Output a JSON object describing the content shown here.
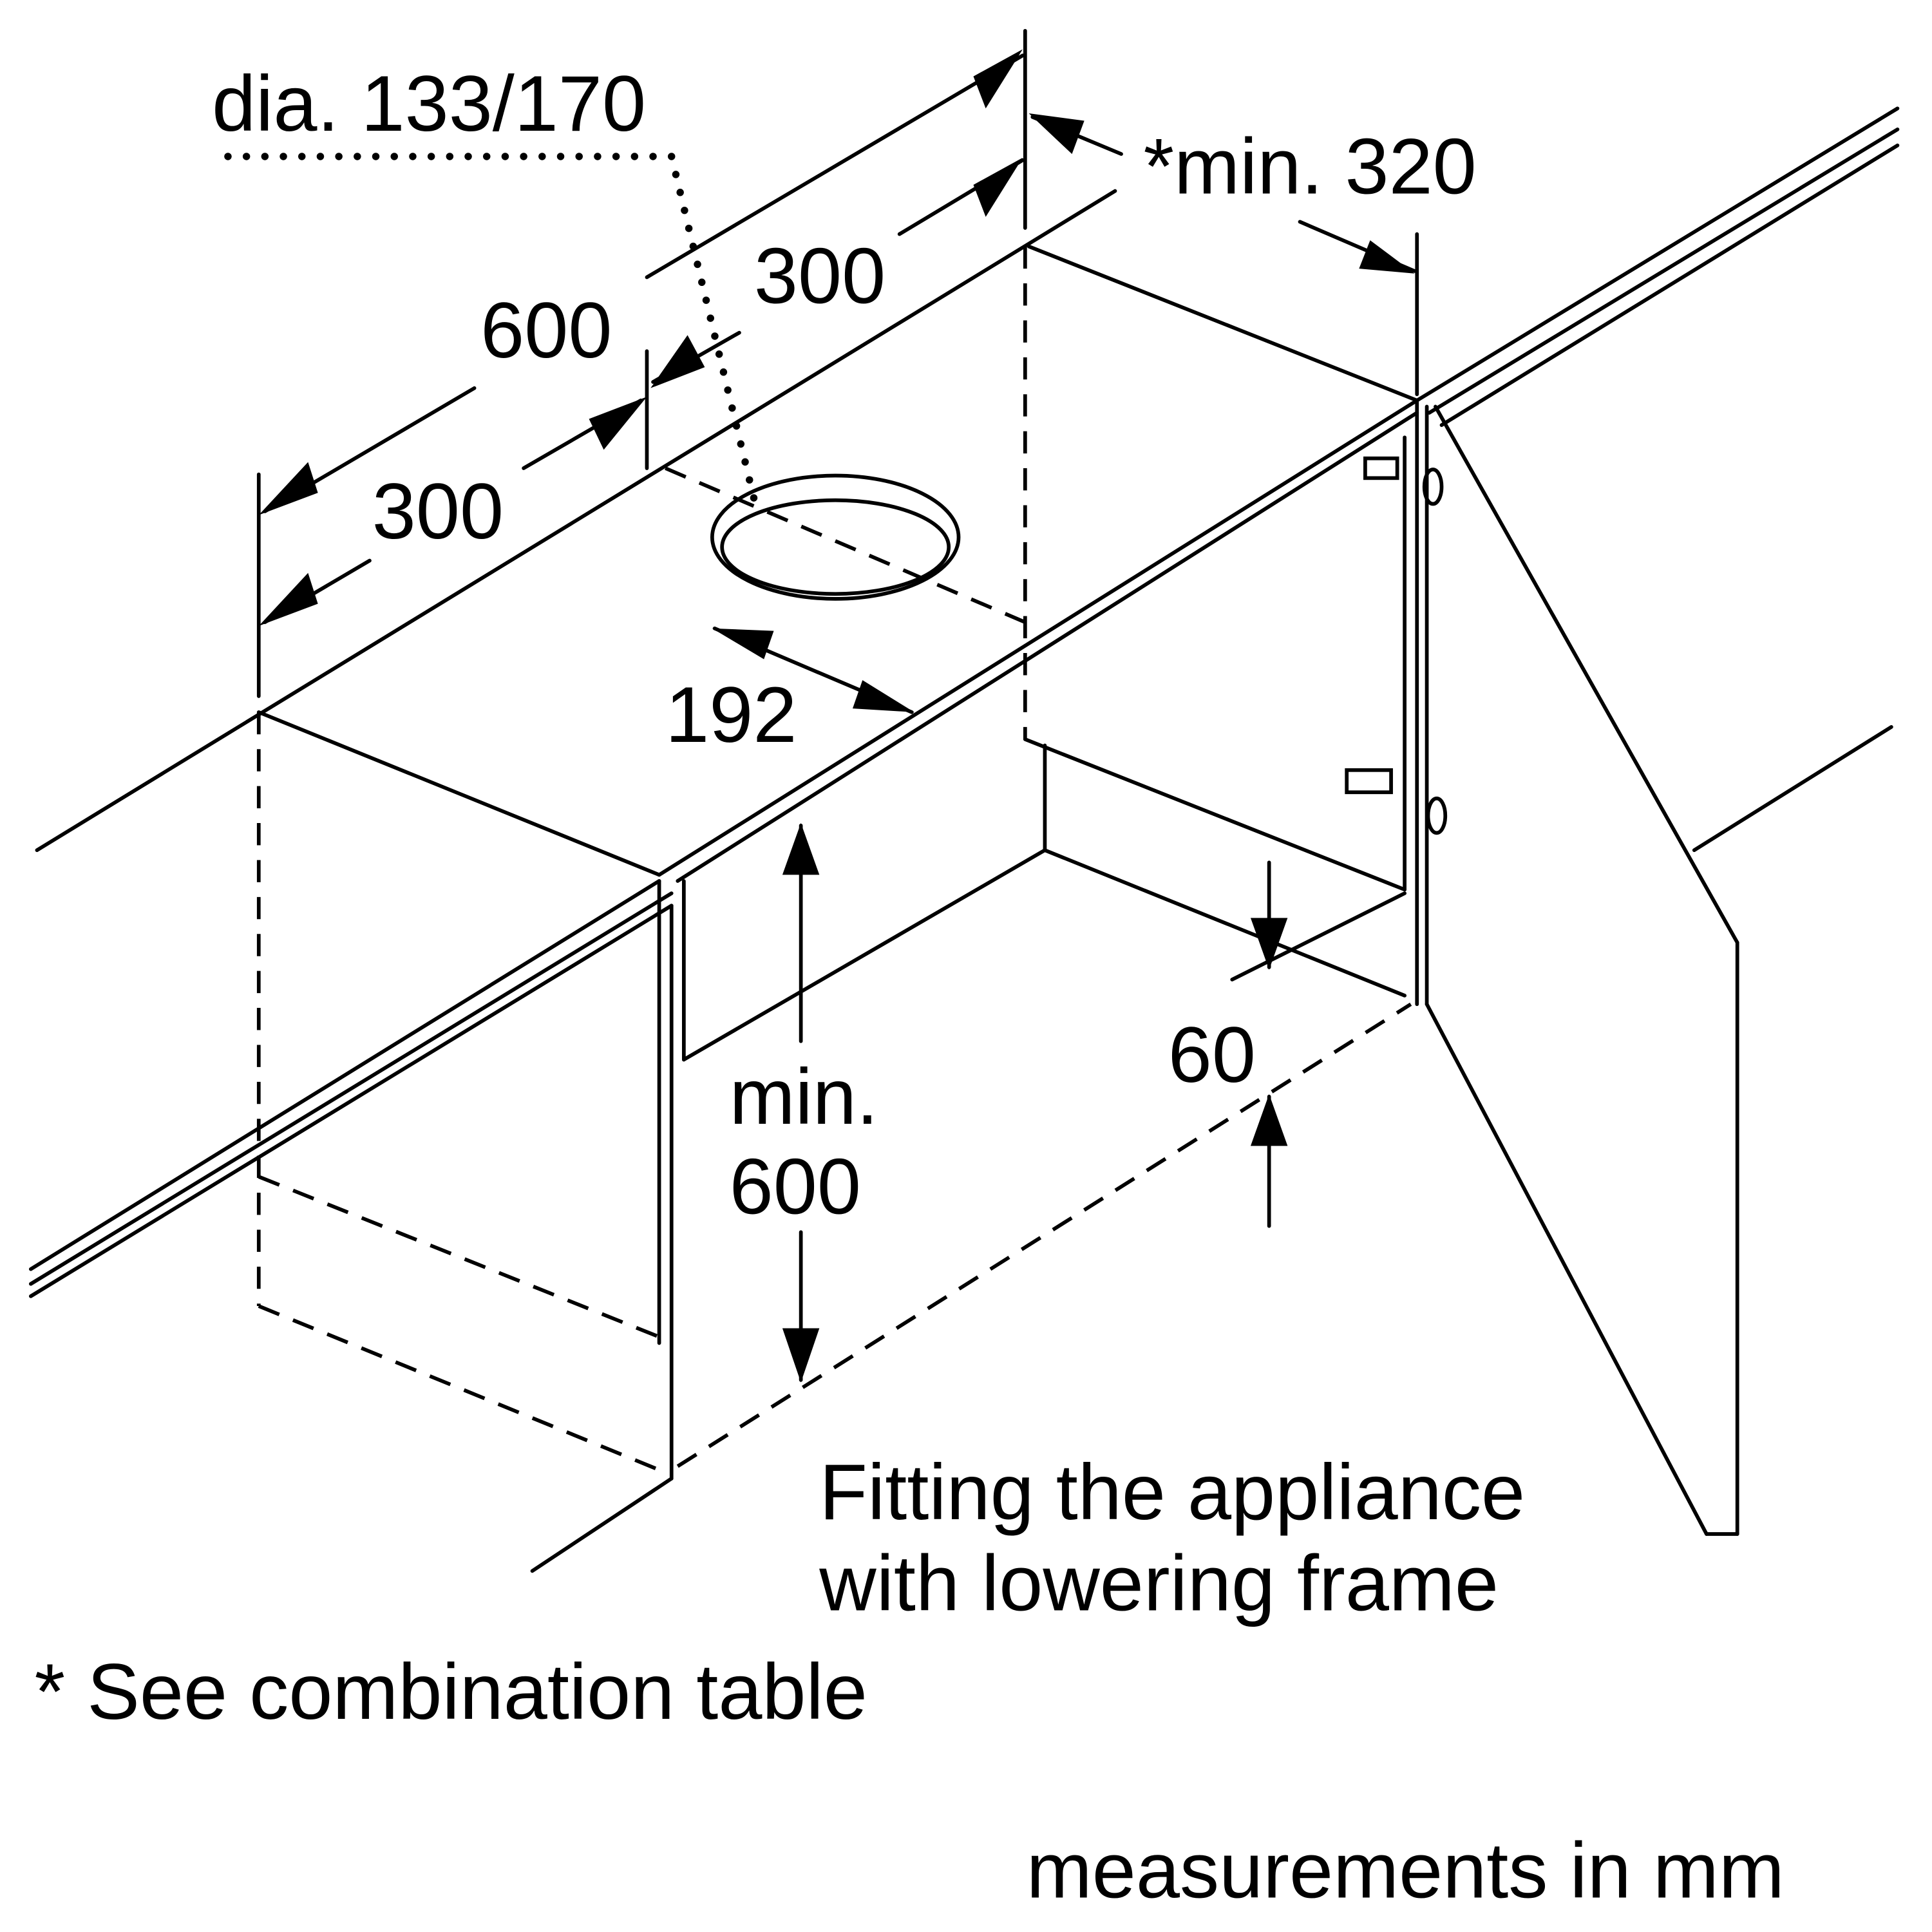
{
  "diagram": {
    "title": "Fitting the appliance with lowering frame",
    "caption_line1": "Fitting the appliance",
    "caption_line2": "with lowering frame",
    "footnote": "* See combination table",
    "units_note": "measurements in mm",
    "dimensions": {
      "duct_diameter": "dia. 133/170",
      "width_total": "600",
      "half_left": "300",
      "half_right": "300",
      "cutout_depth": "*min. 320",
      "duct_offset": "192",
      "clearance_height_l1": "min.",
      "clearance_height_l2": "600",
      "frame_drop": "60"
    }
  }
}
